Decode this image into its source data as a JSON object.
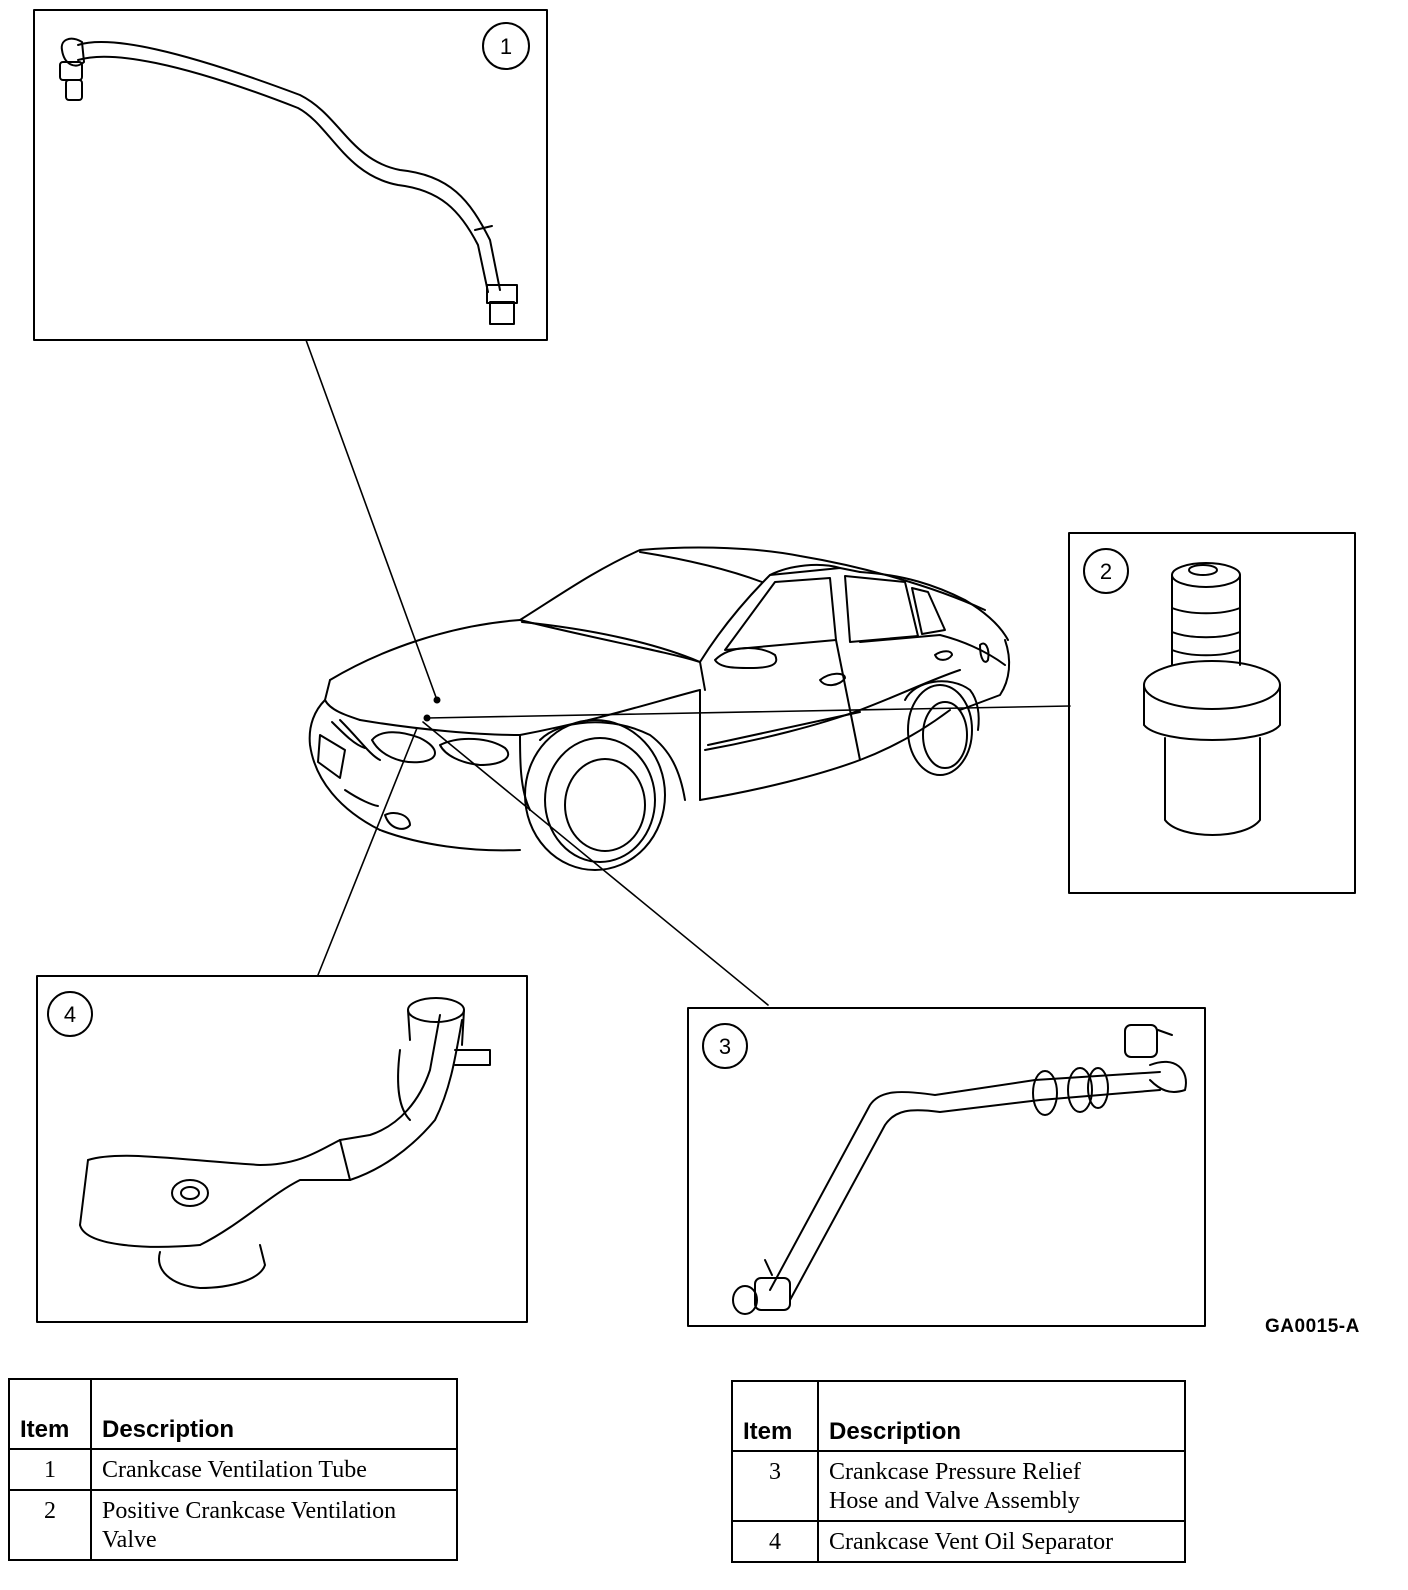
{
  "callouts": [
    "1",
    "2",
    "3",
    "4"
  ],
  "figure_id": "GA0015-A",
  "legend_left": {
    "header_item": "Item",
    "header_description": "Description",
    "rows": [
      {
        "item": "1",
        "description": "Crankcase Ventilation Tube"
      },
      {
        "item": "2",
        "description_line1": "Positive Crankcase Ventilation",
        "description_line2": "Valve"
      }
    ]
  },
  "legend_right": {
    "header_item": "Item",
    "header_description": "Description",
    "rows": [
      {
        "item": "3",
        "description_line1": "Crankcase Pressure Relief",
        "description_line2": "Hose and Valve Assembly"
      },
      {
        "item": "4",
        "description": "Crankcase Vent Oil Separator"
      }
    ]
  }
}
